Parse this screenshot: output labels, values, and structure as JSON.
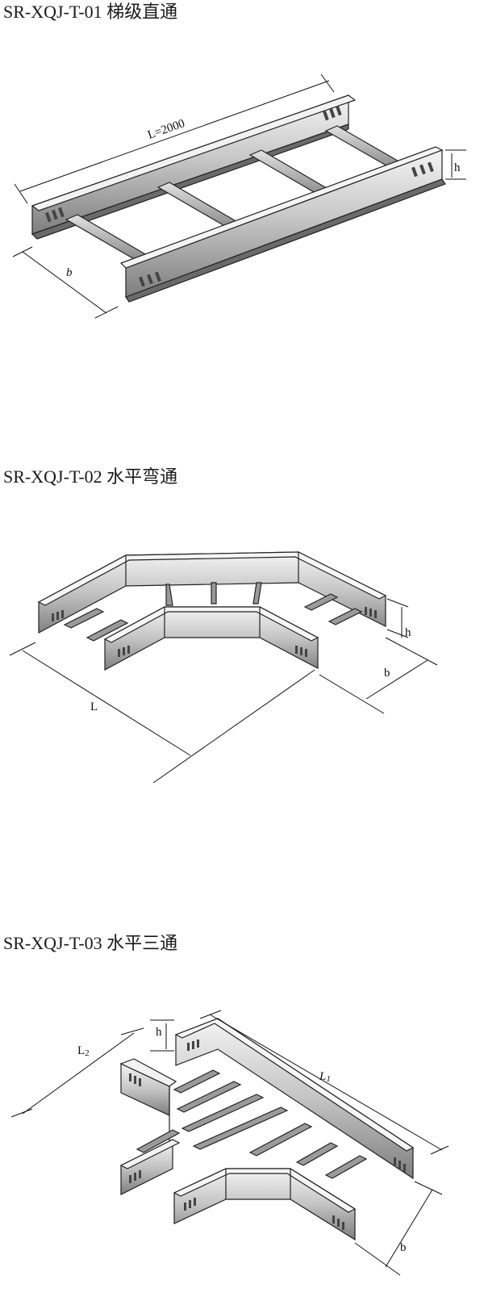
{
  "sections": [
    {
      "title": "SR-XQJ-T-01 梯级直通",
      "dims": {
        "L": "L=2000",
        "h": "h",
        "b": "b"
      }
    },
    {
      "title": "SR-XQJ-T-02 水平弯通",
      "dims": {
        "L": "L",
        "h": "h",
        "b": "b"
      }
    },
    {
      "title": "SR-XQJ-T-03 水平三通",
      "dims": {
        "L1": "L",
        "L1_sub": "1",
        "L2": "L",
        "L2_sub": "2",
        "h": "h",
        "b": "b"
      }
    }
  ],
  "colors": {
    "steel_light": "#eeeeee",
    "steel_mid": "#bdbdbd",
    "steel_dark": "#7a7a7a",
    "line": "#111111"
  }
}
